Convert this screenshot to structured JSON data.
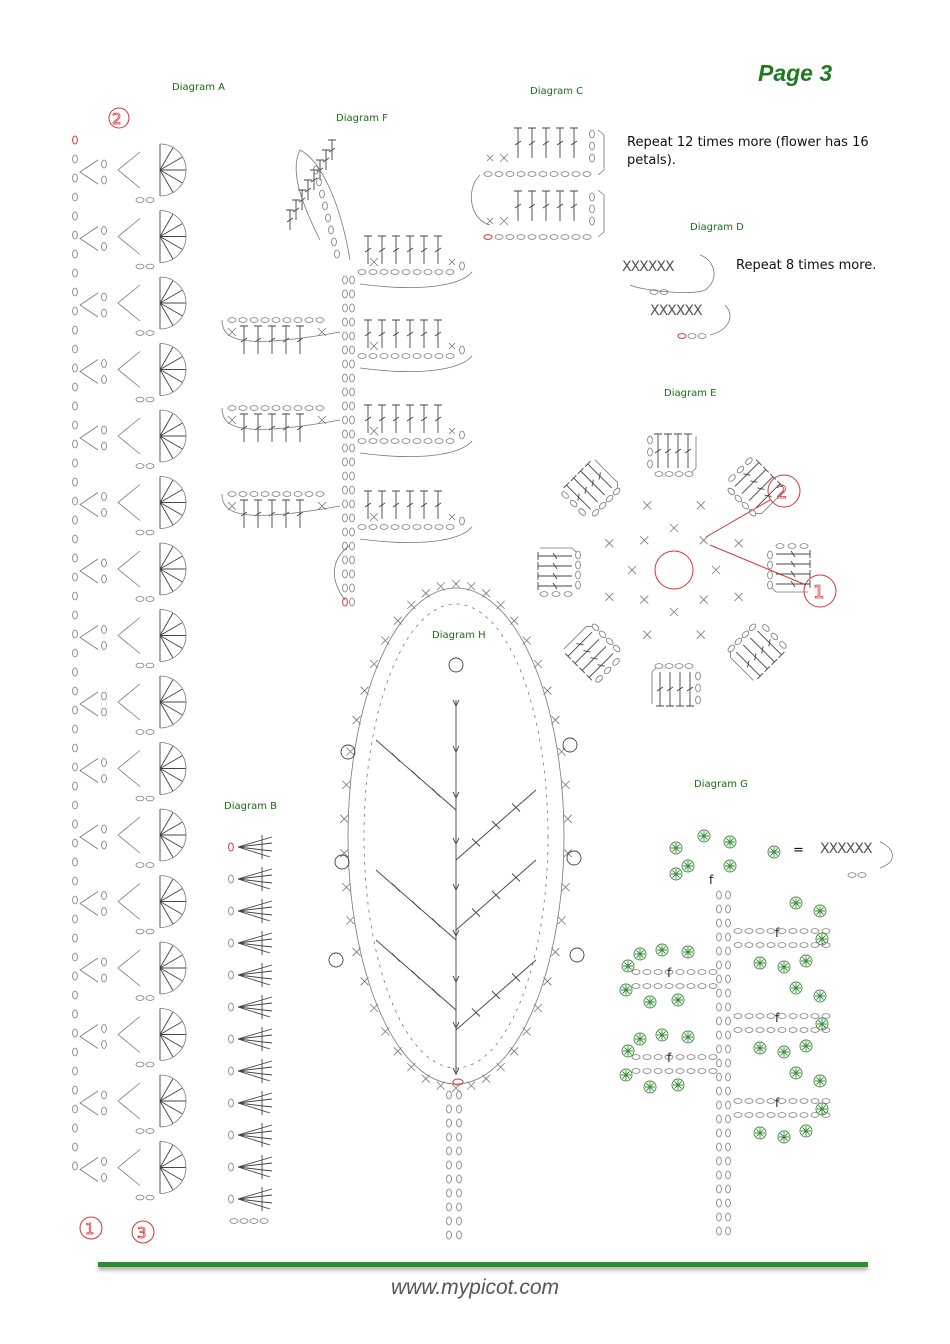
{
  "page_label": "Page 3",
  "diagram_labels": {
    "a": "Diagram A",
    "b": "Diagram B",
    "c": "Diagram C",
    "d": "Diagram D",
    "e": "Diagram E",
    "f": "Diagram F",
    "g": "Diagram G",
    "h": "Diagram H"
  },
  "notes": {
    "c": "Repeat 12 times more (flower has 16 petals).",
    "d": "Repeat 8 times more."
  },
  "markers": {
    "one": "1",
    "two": "2",
    "three": "3"
  },
  "diagram_g": {
    "stitch_letter": "f",
    "equals": "=",
    "equivalent_stitches": "XXXXXX"
  },
  "diagram_d_rows": [
    "XXXXXX",
    "XXXXXX"
  ],
  "footer_url": "www.mypicot.com",
  "colors": {
    "accent_green": "#1f7a1f",
    "marker_red": "#d33333",
    "line_grey": "#777777"
  }
}
